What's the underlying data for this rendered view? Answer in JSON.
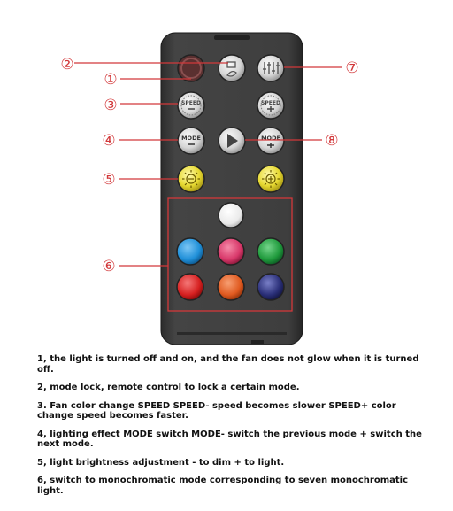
{
  "callouts": {
    "c1": "①",
    "c2": "②",
    "c3": "③",
    "c4": "④",
    "c5": "⑤",
    "c6": "⑥",
    "c7": "⑦",
    "c8": "⑧"
  },
  "buttons": {
    "speed_minus": "SPEED",
    "speed_plus": "SPEED",
    "mode_minus": "MODE",
    "mode_plus": "MODE"
  },
  "colors": {
    "remote_body": "#3a3a3a",
    "callout": "#d2383a",
    "white": "#f2f2f2",
    "blue": "#1f8fd8",
    "pink": "#d8386a",
    "green": "#1f9a3c",
    "red": "#d62020",
    "orange": "#e05a20",
    "navy": "#2a2f78",
    "yellow": "#e6d830"
  },
  "notes": [
    "1, the light is turned off and on, and the fan does not glow when it is turned off.",
    "2, mode lock, remote control to lock a certain mode.",
    "3. Fan color change SPEED SPEED- speed becomes slower SPEED+ color change speed becomes faster.",
    "4, lighting effect MODE switch MODE- switch the previous mode + switch the next mode.",
    "5, light brightness adjustment - to dim + to light.",
    "6, switch to monochromatic mode corresponding to seven monochromatic light."
  ]
}
